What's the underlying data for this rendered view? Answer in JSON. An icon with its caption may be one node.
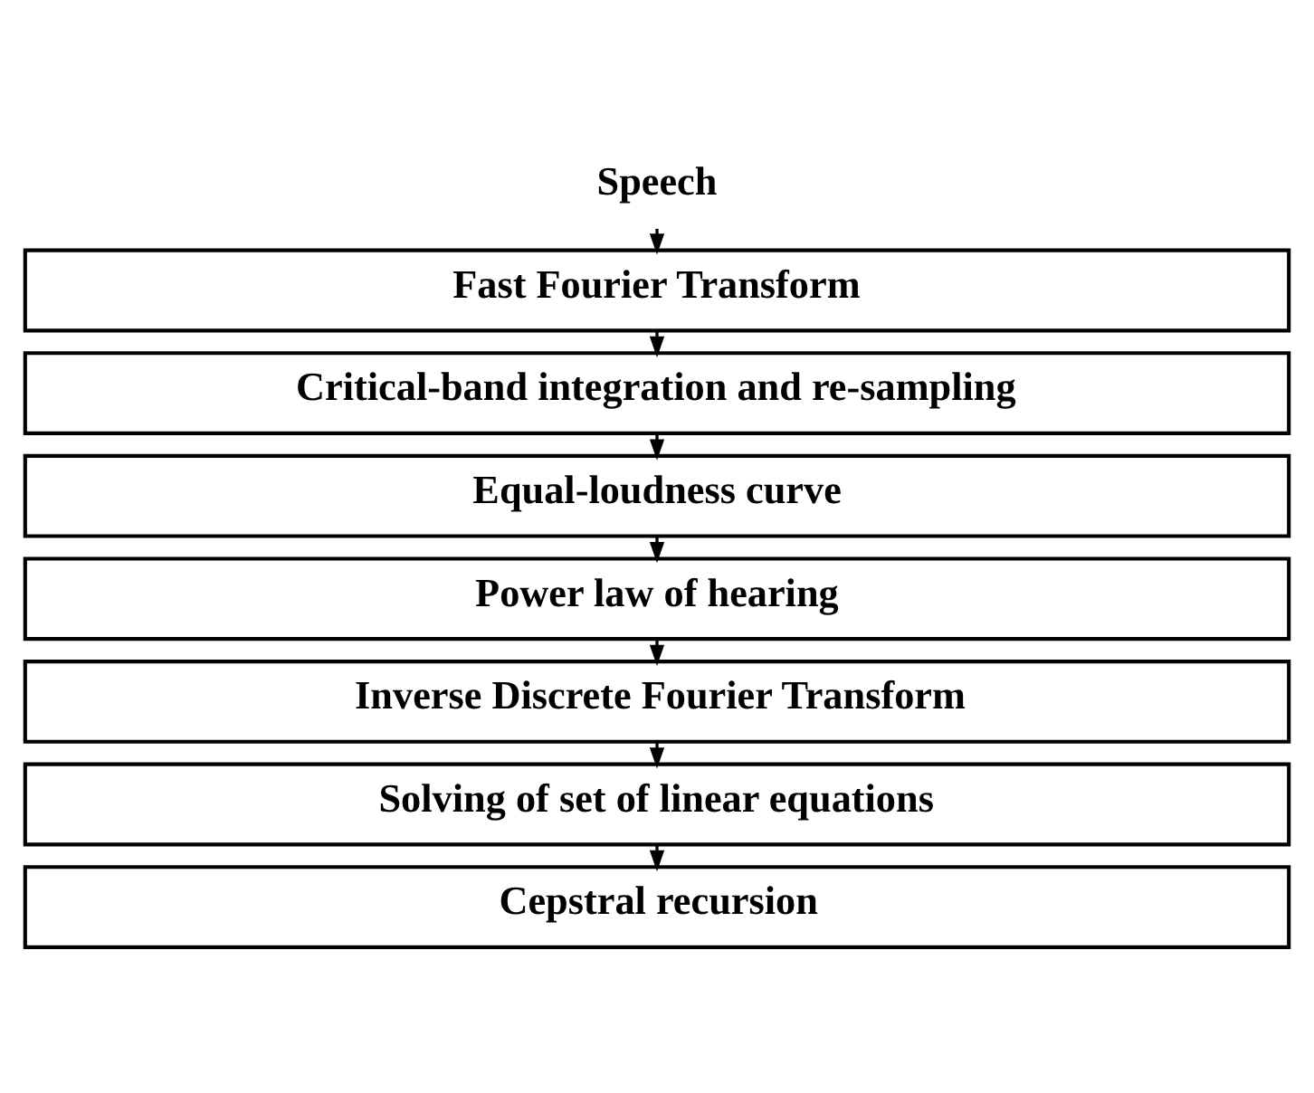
{
  "diagram": {
    "nodes": [
      {
        "text": [
          "Speech"
        ]
      },
      {
        "text": [
          "Fast Fourier Transform"
        ]
      },
      {
        "text": [
          "Critical-band integration and re-sampling"
        ]
      },
      {
        "text": [
          "Equal-loudness curve"
        ]
      },
      {
        "text": [
          "Power law of hearing"
        ]
      },
      {
        "text": [
          "Inverse Discrete Fourier Transform"
        ]
      },
      {
        "text": [
          "Solving of set of linear equations"
        ]
      },
      {
        "text": [
          "Cepstral recursion"
        ]
      }
    ],
    "edges": [
      {
        "from": 0,
        "to": 1,
        "arrow": "to"
      },
      {
        "from": 1,
        "to": 2,
        "arrow": "to"
      },
      {
        "from": 2,
        "to": 3,
        "arrow": "to"
      },
      {
        "from": 3,
        "to": 4,
        "arrow": "to"
      },
      {
        "from": 4,
        "to": 5,
        "arrow": "to"
      },
      {
        "from": 5,
        "to": 6,
        "arrow": "to"
      },
      {
        "from": 6,
        "to": 7,
        "arrow": "to"
      }
    ]
  }
}
